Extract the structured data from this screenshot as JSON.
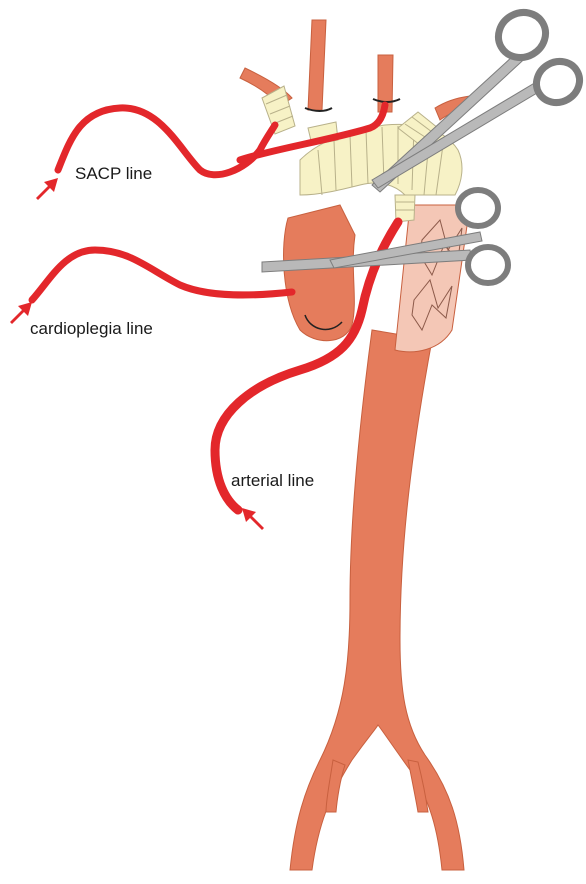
{
  "labels": {
    "sacp": "SACP line",
    "cardioplegia": "cardioplegia line",
    "arterial": "arterial line"
  },
  "colors": {
    "vessel": "#e57c5c",
    "vessel_dark": "#c8603f",
    "cannula": "#e3272b",
    "graft": "#f7f2c6",
    "graft_line": "#b8b18a",
    "clamp": "#b9b9b9",
    "clamp_outline": "#7d7d7d",
    "stent": "#f4c7b6"
  }
}
